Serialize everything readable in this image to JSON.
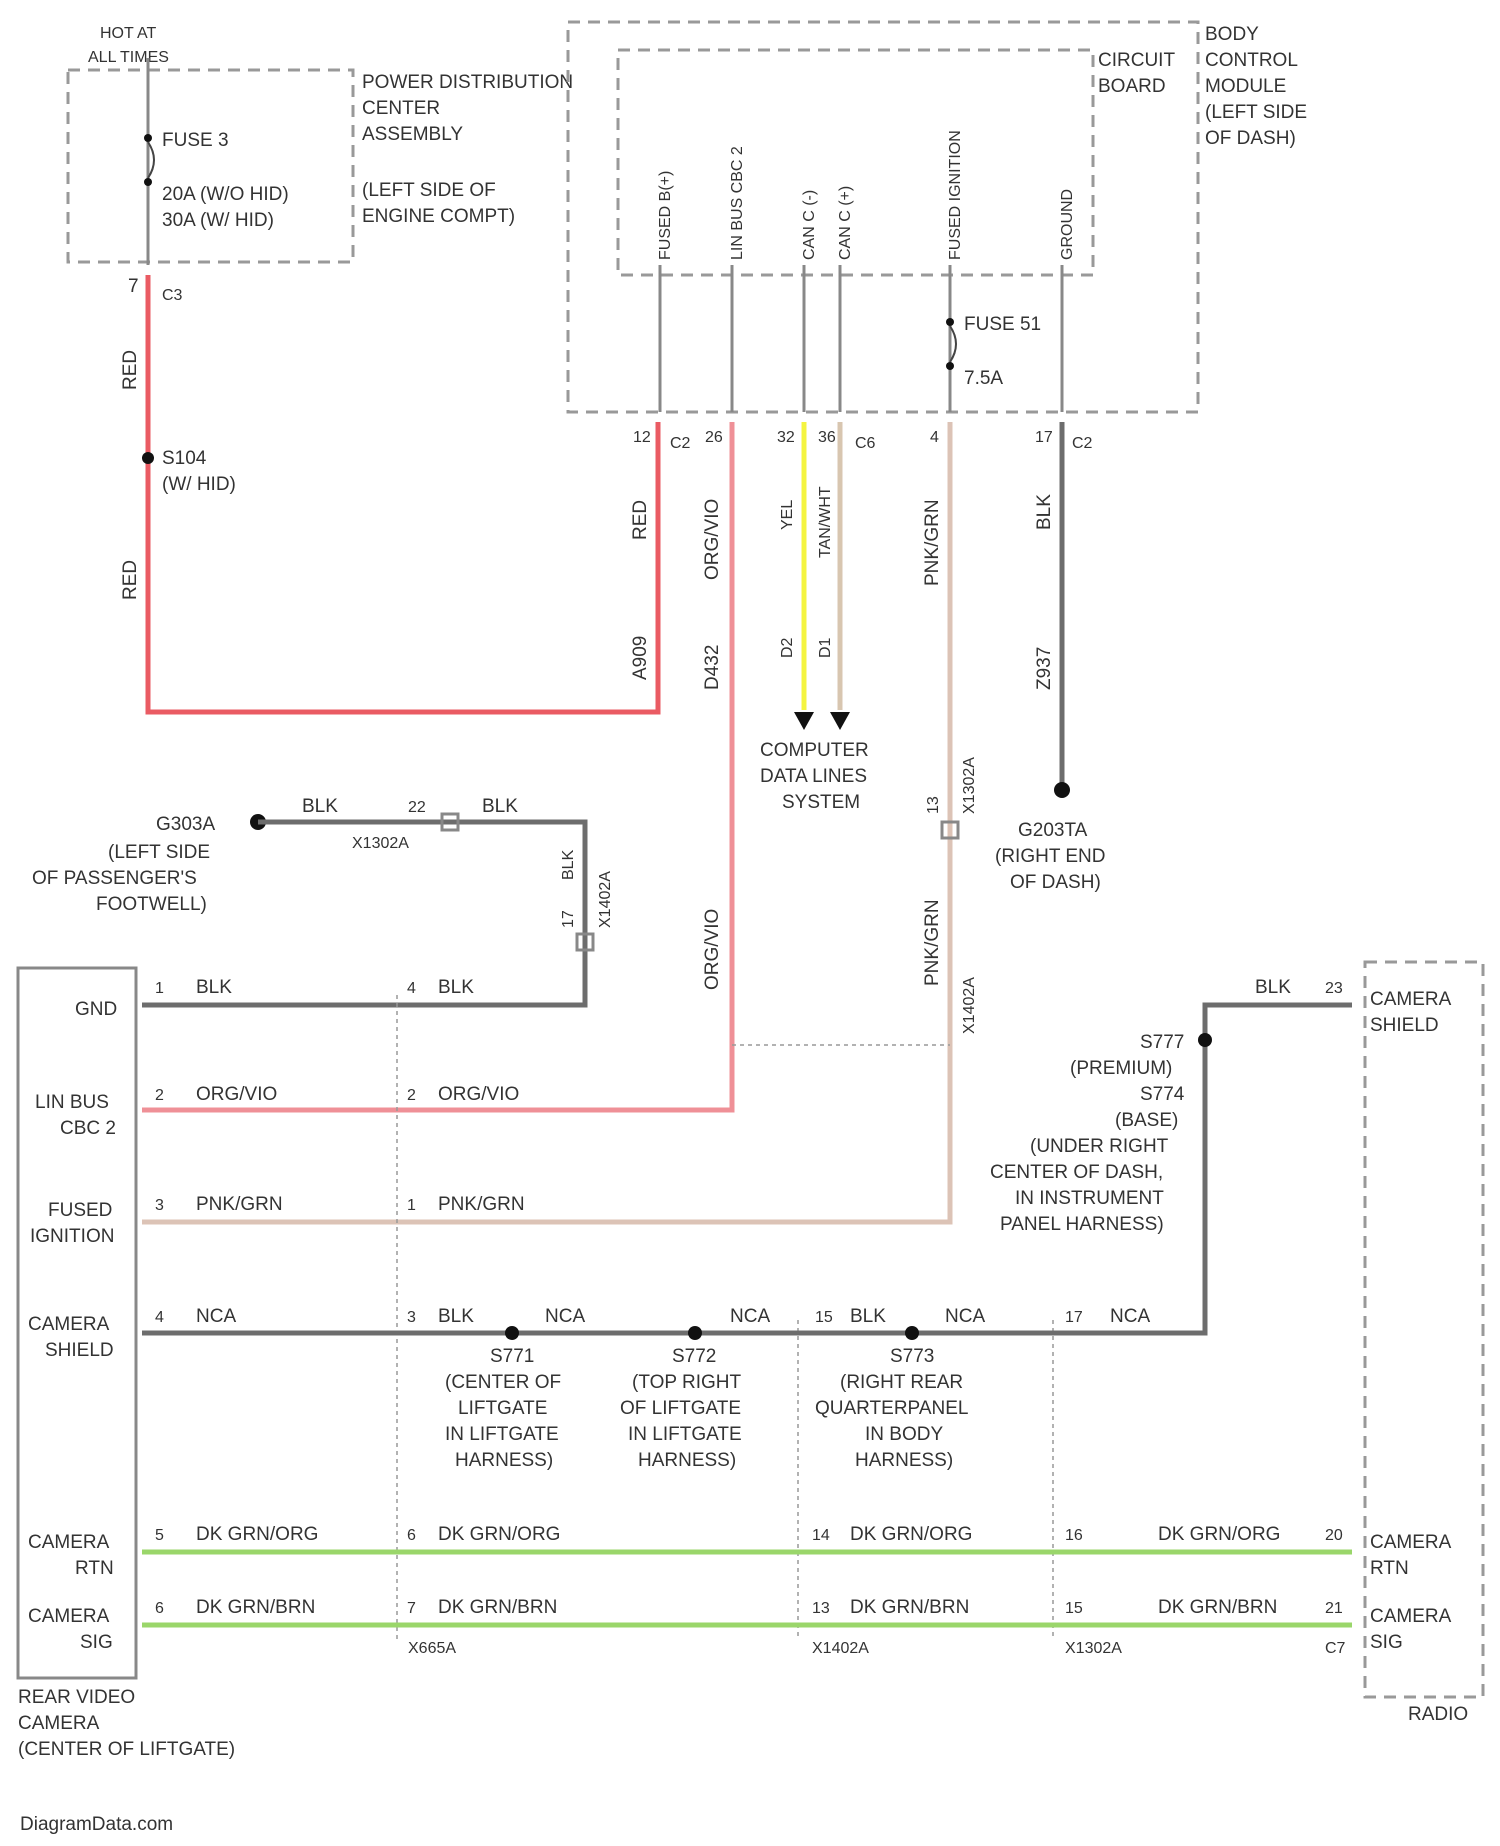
{
  "colors": {
    "red": "#ea5b63",
    "orange_violet": "#ef9097",
    "yellow": "#f4f440",
    "tan": "#d8c6b0",
    "pink_green": "#dcc3b6",
    "black": "#6d6d6d",
    "green": "#9ad66a"
  },
  "pdc": {
    "hot": "HOT AT ALL TIMES",
    "name": "POWER DISTRIBUTION CENTER ASSEMBLY",
    "location": "(LEFT SIDE OF ENGINE COMPT)",
    "fuse": "FUSE 3",
    "rating1": "20A (W/O HID)",
    "rating2": "30A (W/ HID)",
    "pin": "7",
    "conn": "C3"
  },
  "left_wire": {
    "color1": "RED",
    "splice": "S104",
    "splice_note": "(W/ HID)",
    "color2": "RED"
  },
  "bcm": {
    "circuit_board": "CIRCUIT BOARD",
    "name": "BODY CONTROL MODULE (LEFT SIDE OF DASH)",
    "pins": [
      {
        "label": "FUSED B(+)",
        "pin": "12",
        "conn": "C2",
        "color": "RED",
        "circuit": "A909"
      },
      {
        "label": "LIN BUS CBC 2",
        "pin": "26",
        "conn": "",
        "color": "ORG/VIO",
        "circuit": "D432"
      },
      {
        "label": "CAN C (-)",
        "pin": "32",
        "conn": "",
        "color": "YEL",
        "circuit": "D2"
      },
      {
        "label": "CAN C (+)",
        "pin": "36",
        "conn": "C6",
        "color": "TAN/WHT",
        "circuit": "D1"
      },
      {
        "label": "FUSED IGNITION",
        "pin": "4",
        "conn": "",
        "color": "PNK/GRN",
        "circuit": ""
      },
      {
        "label": "GROUND",
        "pin": "17",
        "conn": "C2",
        "color": "BLK",
        "circuit": "Z937"
      }
    ],
    "fuse": "FUSE 51",
    "fuse_rating": "7.5A"
  },
  "data_lines": "COMPUTER DATA LINES SYSTEM",
  "ground_g303": {
    "name": "G303A",
    "location": "(LEFT SIDE OF PASSENGER'S FOOTWELL)",
    "color1": "BLK",
    "pin": "22",
    "connector": "X1302A",
    "color2": "BLK",
    "pin2": "17",
    "color3": "BLK",
    "connector2": "X1402A"
  },
  "ground_g203": {
    "name": "G203TA",
    "location": "(RIGHT END OF DASH)"
  },
  "ign_conn": {
    "pin": "13",
    "connector": "X1302A",
    "color": "PNK/GRN",
    "connector2": "X1402A"
  },
  "splice_s777": {
    "color": "BLK",
    "pin": "23",
    "lines": [
      "S777",
      "(PREMIUM)",
      "S774",
      "(BASE)",
      "(UNDER RIGHT",
      "CENTER OF DASH,",
      "IN INSTRUMENT",
      "PANEL HARNESS)"
    ]
  },
  "camera": {
    "label": "REAR VIDEO CAMERA (CENTER OF LIFTGATE)",
    "pins": [
      {
        "label": "GND",
        "pin": "1",
        "color": "BLK",
        "pin2": "4",
        "color2": "BLK"
      },
      {
        "label": "LIN BUS CBC 2",
        "pin": "2",
        "color": "ORG/VIO",
        "pin2": "2",
        "color2": "ORG/VIO"
      },
      {
        "label": "FUSED IGNITION",
        "pin": "3",
        "color": "PNK/GRN",
        "pin2": "1",
        "color2": "PNK/GRN"
      },
      {
        "label": "CAMERA SHIELD",
        "pin": "4",
        "color": "NCA",
        "pin2": "3",
        "color2": "BLK"
      },
      {
        "label": "CAMERA RTN",
        "pin": "5",
        "color": "DK GRN/ORG",
        "pin2": "6",
        "color2": "DK GRN/ORG"
      },
      {
        "label": "CAMERA SIG",
        "pin": "6",
        "color": "DK GRN/BRN",
        "pin2": "7",
        "color2": "DK GRN/BRN"
      }
    ]
  },
  "shield_chain": {
    "seg1": "NCA",
    "seg2": "NCA",
    "pin3": "15",
    "color3": "BLK",
    "seg4": "NCA",
    "pin4": "17",
    "seg5": "NCA"
  },
  "splices": [
    {
      "name": "S771",
      "location": "(CENTER OF LIFTGATE IN LIFTGATE HARNESS)"
    },
    {
      "name": "S772",
      "location": "(TOP RIGHT OF LIFTGATE IN LIFTGATE HARNESS)"
    },
    {
      "name": "S773",
      "location": "(RIGHT REAR QUARTERPANEL IN BODY HARNESS)"
    }
  ],
  "rtn_chain": {
    "pin_a": "14",
    "color_a": "DK GRN/ORG",
    "pin_b": "16",
    "color_b": "DK GRN/ORG",
    "pin_c": "20"
  },
  "sig_chain": {
    "pin_a": "13",
    "color_a": "DK GRN/BRN",
    "pin_b": "15",
    "color_b": "DK GRN/BRN",
    "pin_c": "21"
  },
  "connectors": {
    "c1": "X665A",
    "c2": "X1402A",
    "c3": "X1302A",
    "radio_conn": "C7"
  },
  "radio": {
    "label": "RADIO",
    "shield": "CAMERA SHIELD",
    "rtn": "CAMERA RTN",
    "sig": "CAMERA SIG"
  },
  "watermark": "DiagramData.com"
}
